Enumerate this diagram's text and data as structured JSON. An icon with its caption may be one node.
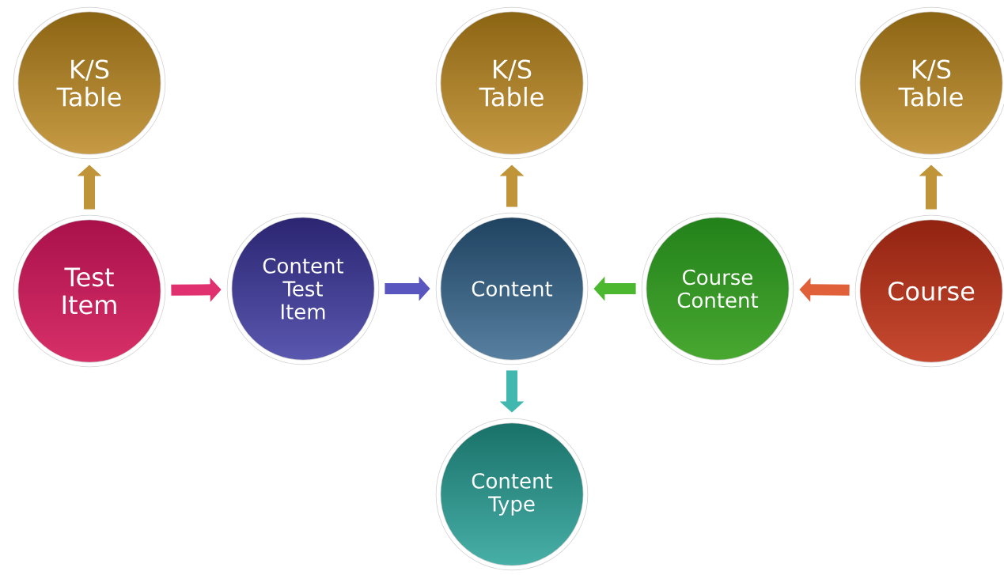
{
  "diagram": {
    "nodes": [
      {
        "text": [
          "K/S Table"
        ]
      },
      {
        "text": [
          "K/S Table"
        ]
      },
      {
        "text": [
          "K/S Table"
        ]
      },
      {
        "text": [
          "Test Item"
        ]
      },
      {
        "text": [
          "Content Test Item"
        ]
      },
      {
        "text": [
          "Content"
        ]
      },
      {
        "text": [
          "Course Content"
        ]
      },
      {
        "text": [
          "Course"
        ]
      },
      {
        "text": [
          "Content Type"
        ]
      }
    ],
    "edges": [
      {
        "from": 3,
        "to": 0,
        "arrow": "to"
      },
      {
        "from": 3,
        "to": 4,
        "arrow": "to",
        "color": "#e0306f"
      },
      {
        "from": 4,
        "to": 5,
        "arrow": "to",
        "color": "#5a56c0"
      },
      {
        "from": 5,
        "to": 1,
        "arrow": "to"
      },
      {
        "from": 6,
        "to": 5,
        "arrow": "to",
        "color": "#4cb830"
      },
      {
        "from": 7,
        "to": 6,
        "arrow": "to",
        "color": "#e0603a"
      },
      {
        "from": 7,
        "to": 2,
        "arrow": "to"
      },
      {
        "from": 5,
        "to": 8,
        "arrow": "to",
        "color": "#40b8b0"
      }
    ]
  }
}
